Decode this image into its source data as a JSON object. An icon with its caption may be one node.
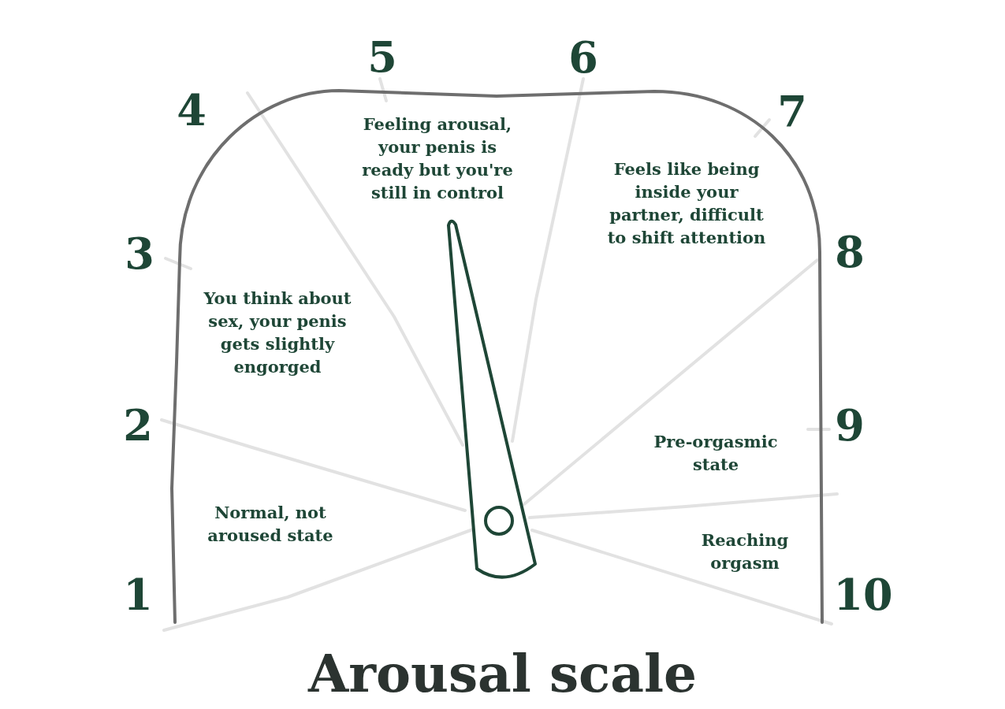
{
  "diagram": {
    "title": "Arousal scale",
    "labels": [
      "1",
      "2",
      "3",
      "4",
      "5",
      "6",
      "7",
      "8",
      "9",
      "10",
      "Normal, not aroused state",
      "You think about sex, your penis gets slightly engorged",
      "Feeling arousal, your penis is ready but you're still in control",
      "Feels like being inside your partner, difficult to shift attention",
      "Pre-orgasmic state",
      "Reaching orgasm"
    ]
  }
}
